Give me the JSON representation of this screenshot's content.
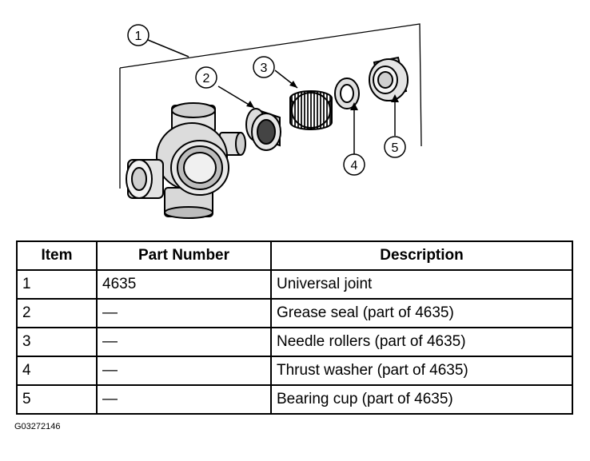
{
  "callouts": [
    "1",
    "2",
    "3",
    "4",
    "5"
  ],
  "table": {
    "headers": [
      "Item",
      "Part Number",
      "Description"
    ],
    "rows": [
      [
        "1",
        "4635",
        "Universal joint"
      ],
      [
        "2",
        "—",
        "Grease seal (part of 4635)"
      ],
      [
        "3",
        "—",
        "Needle rollers (part of 4635)"
      ],
      [
        "4",
        "—",
        "Thrust washer (part of 4635)"
      ],
      [
        "5",
        "—",
        "Bearing cup (part of 4635)"
      ]
    ]
  },
  "figure_code": "G03272146"
}
